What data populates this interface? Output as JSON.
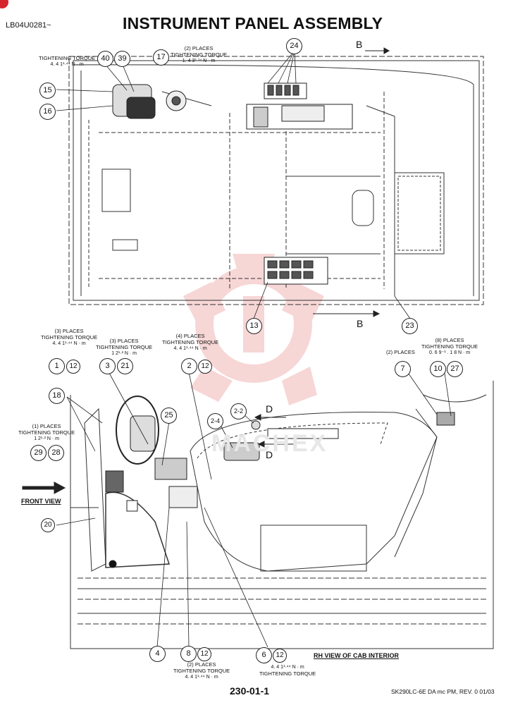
{
  "header": {
    "code": "LB04U0281~",
    "title": "INSTRUMENT PANEL ASSEMBLY"
  },
  "footer": {
    "page": "230-01-1",
    "doc": "SK290LC-6E DA mc PM, REV. 0 01/03"
  },
  "colors": {
    "watermark": "#f2b6b6",
    "line": "#333333",
    "badge": "#d6262d"
  },
  "notes": {
    "top_torque_label": "TIGHTENING TORQUE",
    "top_torque_value": "4. 4 1¹·⁴⁴ N · m",
    "top_places_label": "(2) PLACES",
    "top_places_torque": "TIGHTENING TORQUE",
    "top_places_value": "1. 4 3²·¹⁴ N · m",
    "n1_places": "(3) PLACES",
    "n1_torque": "TIGHTENING TORQUE",
    "n1_value": "4. 4 1¹·⁴⁴ N · m",
    "n2_places": "(3) PLACES",
    "n2_torque": "TIGHTENING TORQUE",
    "n2_value": "1 2¹·² N · m",
    "n3_places": "(4) PLACES",
    "n3_torque": "TIGHTENING TORQUE",
    "n3_value": "4. 4 1¹·⁴⁴ N · m",
    "n4_places": "(2) PLACES",
    "n5_places": "(8) PLACES",
    "n5_torque": "TIGHTENING TORQUE",
    "n5_value": "0. 6 9⁻¹ . 1 8 N · m",
    "n6_places": "(1) PLACES",
    "n6_torque": "TIGHTENING TORQUE",
    "n6_value": "1 2¹·² N · m",
    "n7_places": "(2) PLACES",
    "n7_torque": "TIGHTENING TORQUE",
    "n7_value": "4. 4 1¹·⁴⁴ N · m",
    "n8_value": "4. 4 1¹·⁴⁴ N · m",
    "n8_torque": "TIGHTENING TORQUE"
  },
  "labels": {
    "front_view": "FRONT VIEW",
    "rh_view": "RH VIEW OF CAB INTERIOR",
    "section_b": "B",
    "section_d": "D",
    "watermark": "MACHEX"
  },
  "callouts": {
    "c40": "40",
    "c39": "39",
    "c17": "17",
    "c24": "24",
    "c15": "15",
    "c16": "16",
    "c13": "13",
    "c23": "23",
    "c1": "1",
    "c12a": "12",
    "c3": "3",
    "c21": "21",
    "c2": "2",
    "c12b": "12",
    "c7": "7",
    "c10": "10",
    "c27": "27",
    "c18": "18",
    "c25": "25",
    "c22": "2-2",
    "c24b": "2-4",
    "c29": "29",
    "c28": "28",
    "c20": "20",
    "c4": "4",
    "c8": "8",
    "c12c": "12",
    "c6": "6",
    "c12d": "12"
  }
}
